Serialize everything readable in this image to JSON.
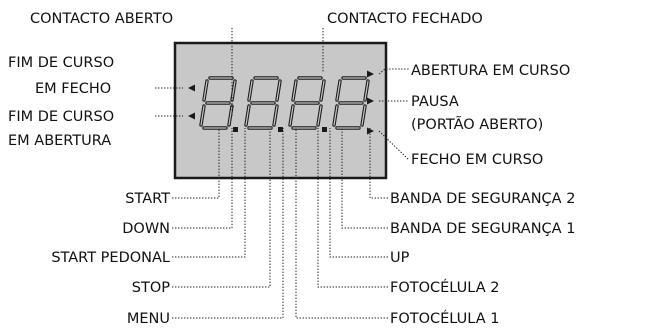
{
  "top_labels": {
    "contact_open": "CONTACTO ABERTO",
    "contact_closed": "CONTACTO FECHADO"
  },
  "left_labels": {
    "limit_closing_line1": "FIM DE CURSO",
    "limit_closing_line2": "EM FECHO",
    "limit_opening_line1": "FIM DE CURSO",
    "limit_opening_line2": "EM ABERTURA"
  },
  "right_labels": {
    "opening_in_progress": "ABERTURA EM CURSO",
    "pause_line1": "PAUSA",
    "pause_line2": "(PORTÃO ABERTO)",
    "closing_in_progress": "FECHO EM CURSO"
  },
  "bottom_left_labels": [
    "START",
    "DOWN",
    "START PEDONAL",
    "STOP",
    "MENU"
  ],
  "bottom_right_labels": [
    "BANDA DE SEGURANÇA 2",
    "BANDA DE SEGURANÇA 1",
    "UP",
    "FOTOCÉLULA 2",
    "FOTOCÉLULA 1"
  ],
  "display": {
    "digit_count": 4,
    "all_segments_lit": true,
    "background_color": "#c8c8c8"
  }
}
